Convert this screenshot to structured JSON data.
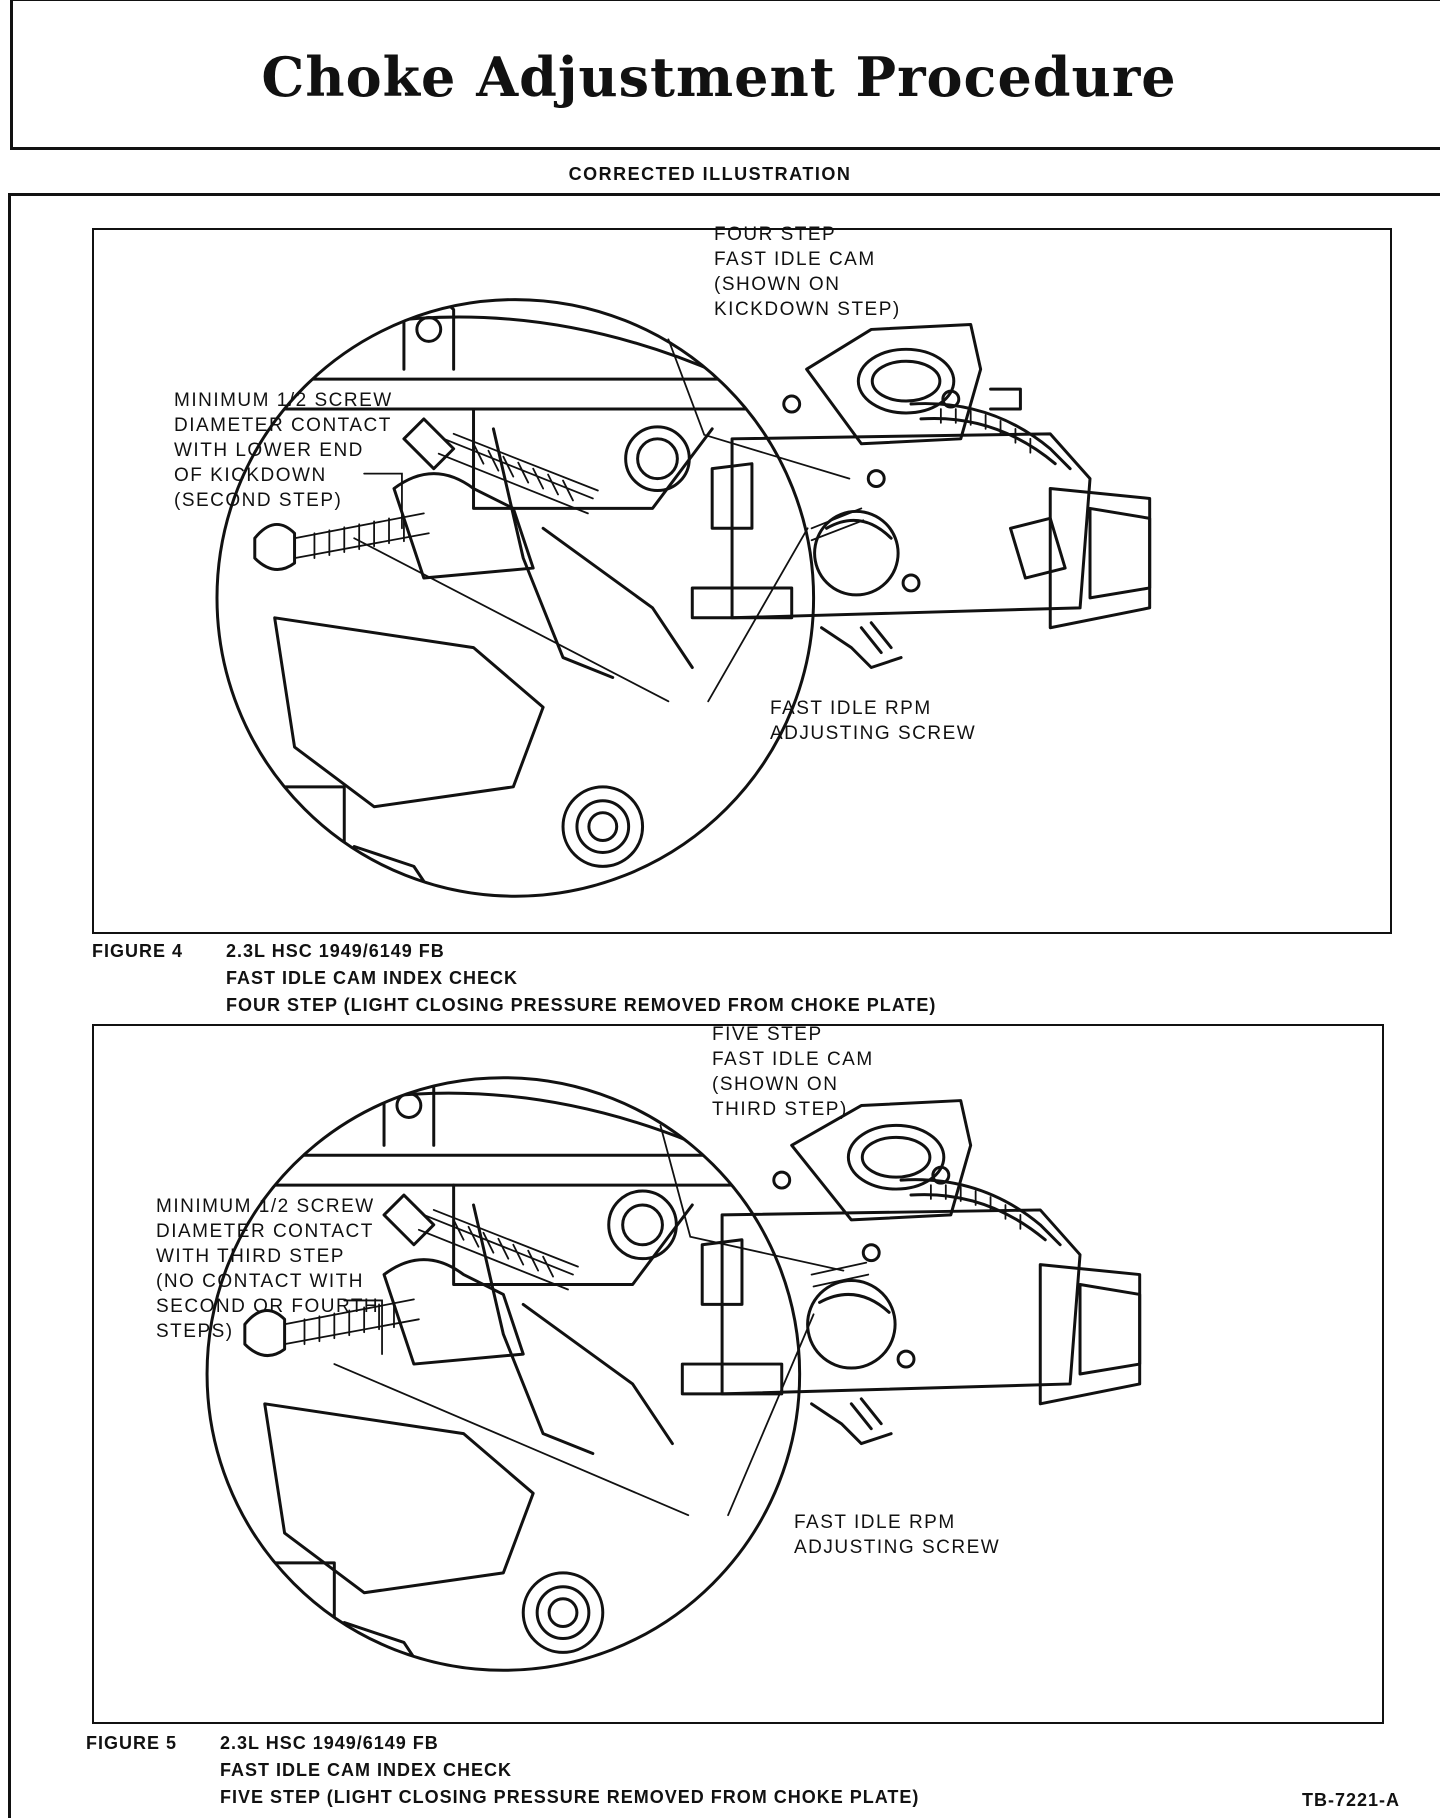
{
  "page": {
    "title": "Choke Adjustment Procedure",
    "subtitle": "CORRECTED ILLUSTRATION",
    "doc_id": "TB-7221-A"
  },
  "figure4": {
    "callout_cam": "FOUR STEP\nFAST IDLE CAM\n(SHOWN ON\nKICKDOWN STEP)",
    "callout_contact": "MINIMUM 1/2 SCREW\nDIAMETER CONTACT\nWITH LOWER END\nOF KICKDOWN\n(SECOND STEP)",
    "callout_screw": "FAST IDLE RPM\nADJUSTING SCREW",
    "caption": {
      "number": "FIGURE 4",
      "lines": [
        "2.3L HSC 1949/6149 FB",
        "FAST IDLE CAM INDEX CHECK",
        "FOUR STEP (LIGHT CLOSING PRESSURE REMOVED FROM CHOKE PLATE)"
      ]
    }
  },
  "figure5": {
    "callout_cam": "FIVE STEP\nFAST IDLE CAM\n(SHOWN ON\nTHIRD STEP)",
    "callout_contact": "MINIMUM 1/2 SCREW\nDIAMETER CONTACT\nWITH THIRD STEP\n(NO CONTACT WITH\nSECOND OR FOURTH\nSTEPS)",
    "callout_screw": "FAST IDLE RPM\nADJUSTING SCREW",
    "caption": {
      "number": "FIGURE 5",
      "lines": [
        "2.3L HSC 1949/6149 FB",
        "FAST IDLE CAM INDEX CHECK",
        "FIVE STEP (LIGHT CLOSING PRESSURE REMOVED FROM CHOKE PLATE)"
      ]
    }
  }
}
